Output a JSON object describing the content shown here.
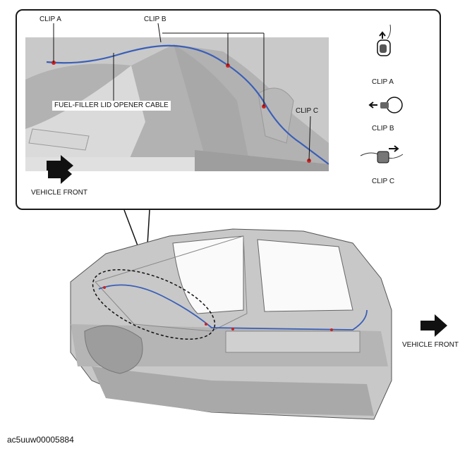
{
  "labels": {
    "clip_a_top": "CLIP A",
    "clip_b_top": "CLIP B",
    "clip_c_top": "CLIP C",
    "cable": "FUEL-FILLER LID OPENER CABLE",
    "vehicle_front_detail": "VEHICLE FRONT",
    "vehicle_front_main": "VEHICLE FRONT",
    "legend_clip_a": "CLIP A",
    "legend_clip_b": "CLIP B",
    "legend_clip_c": "CLIP C"
  },
  "figure_code": "ac5uuw00005884",
  "colors": {
    "cable": "#3a5fb8",
    "clip_marker": "#cc2222",
    "body_metal": "#bdbdbd",
    "outline": "#1a1a1a"
  }
}
